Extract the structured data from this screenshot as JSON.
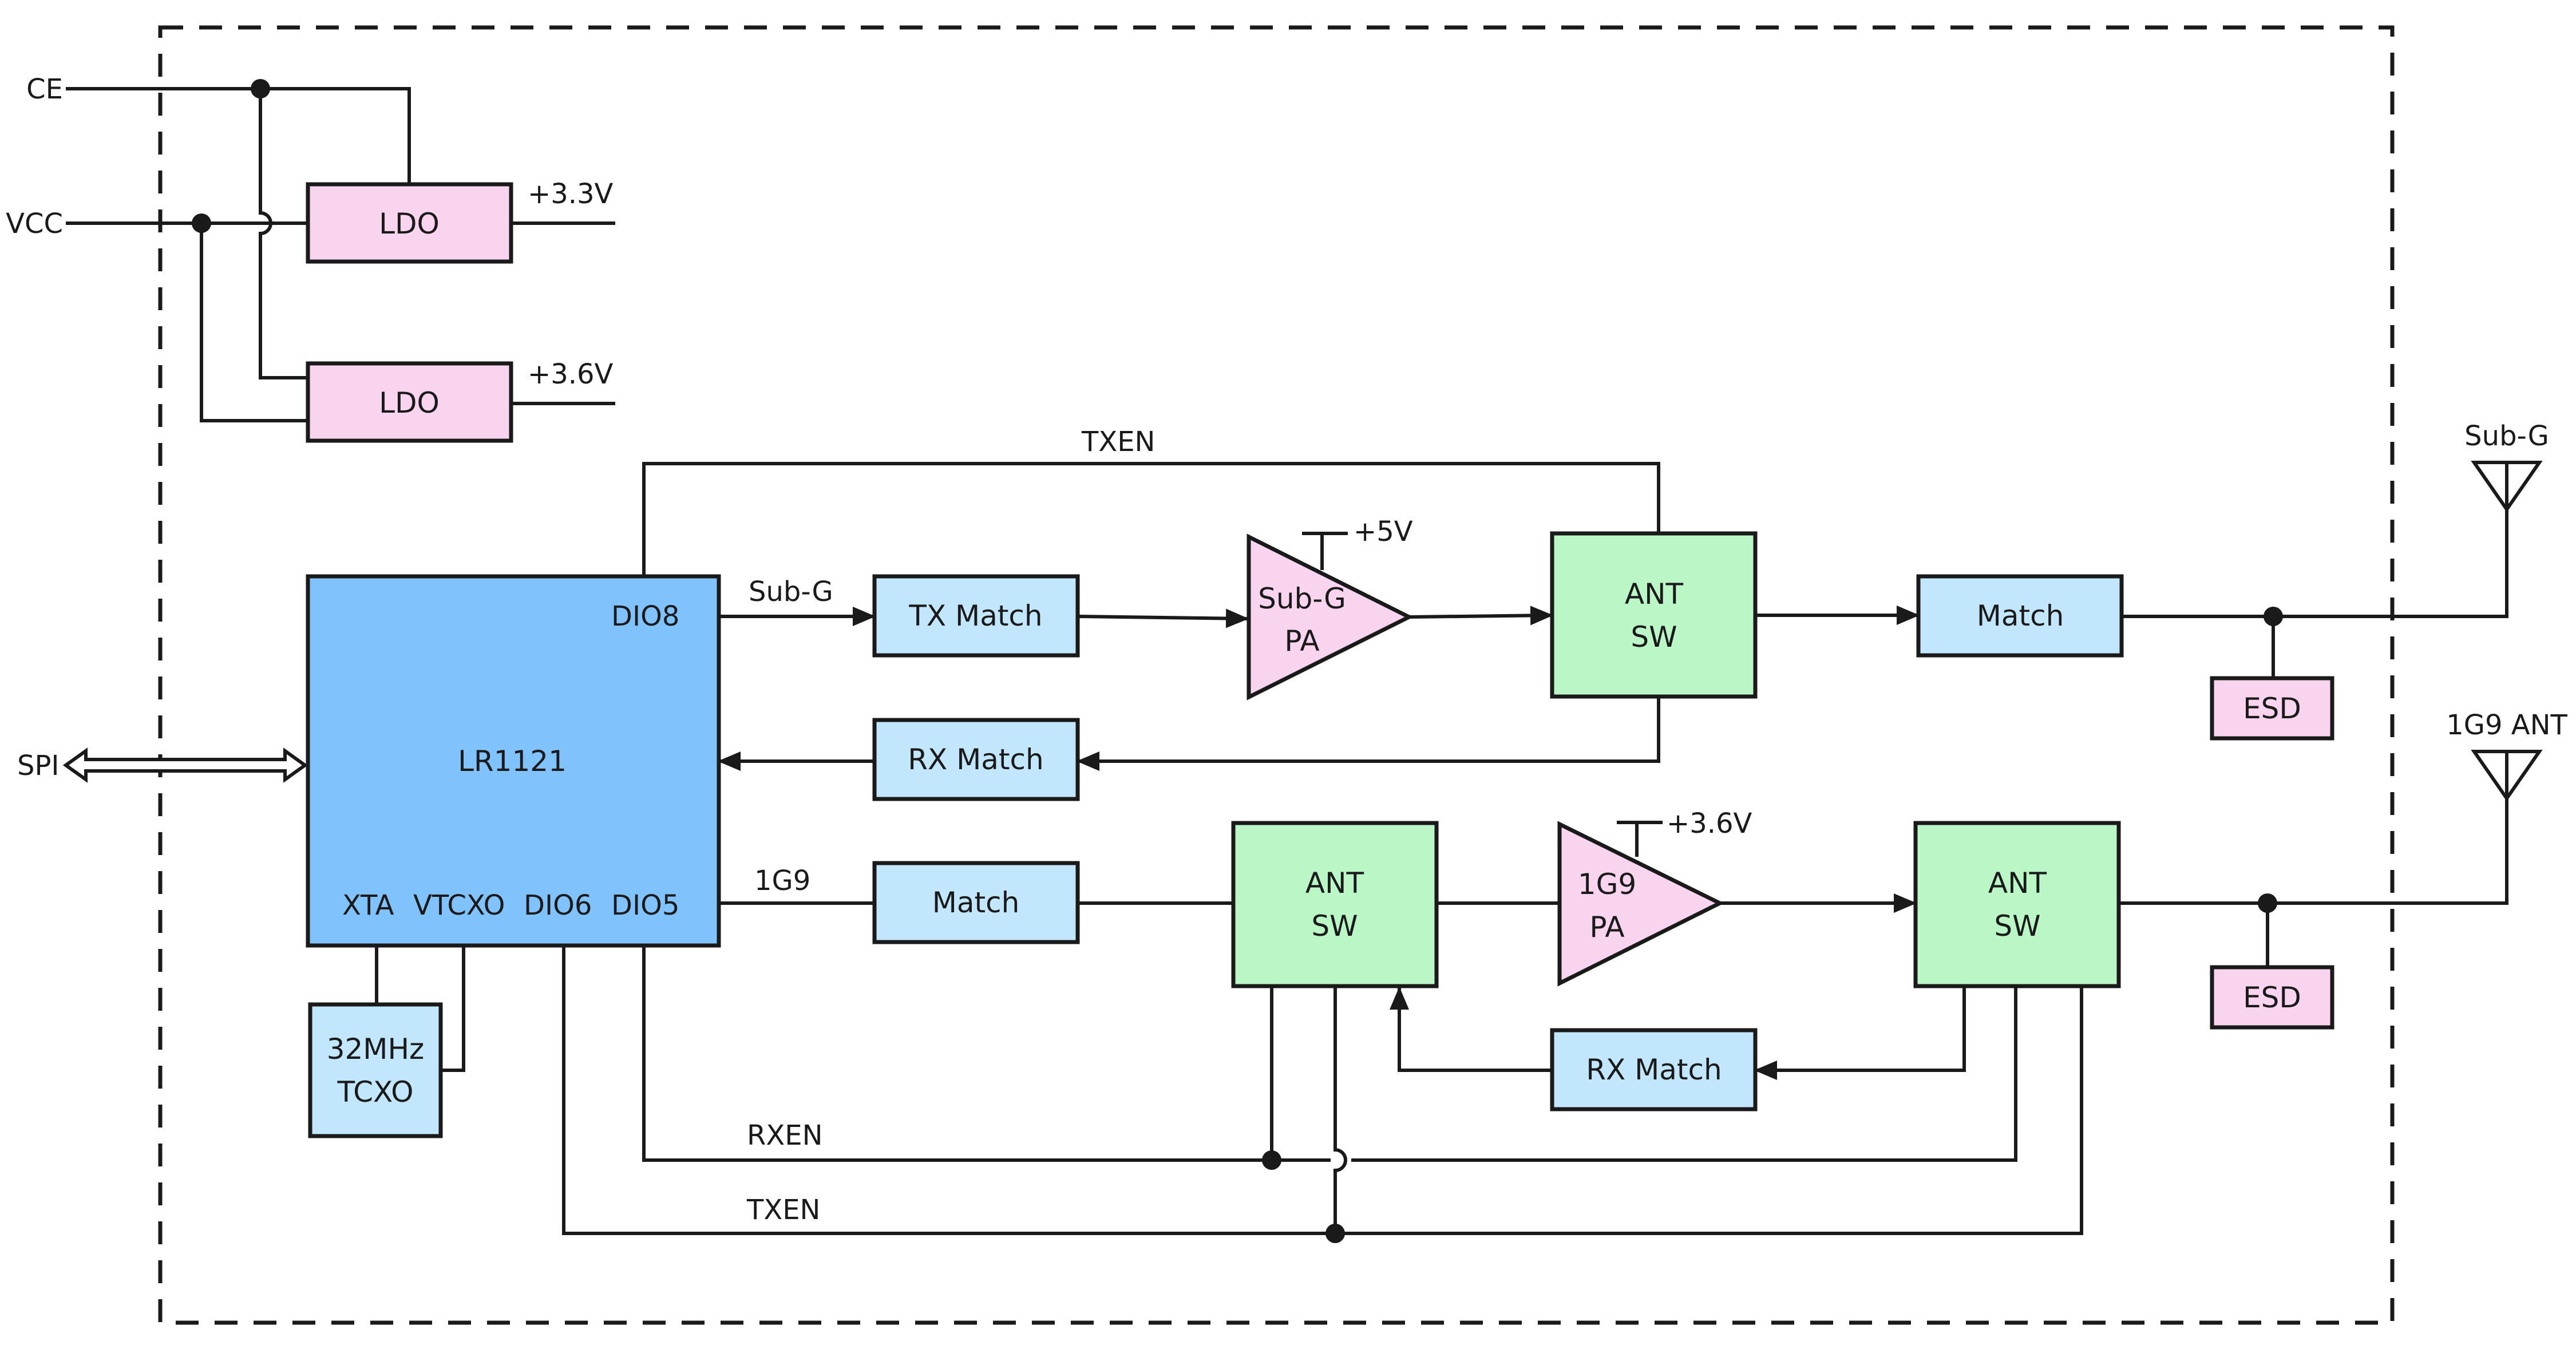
{
  "colors": {
    "mcu": "#80c2fc",
    "blue_block": "#c2e6fb",
    "pink_block": "#f8d4ee",
    "green_block": "#baf6c6",
    "line": "#1a1a1a"
  },
  "pins": {
    "ce": "CE",
    "vcc": "VCC",
    "spi": "SPI"
  },
  "power": {
    "ldo1": "LDO",
    "ldo2": "LDO",
    "v33": "+3.3V",
    "v36": "+3.6V",
    "pa_subg_supply": "+5V",
    "pa_1g9_supply": "+3.6V"
  },
  "mcu": {
    "name": "LR1121",
    "dio8": "DIO8",
    "xta": "XTA",
    "vtcxo": "VTCXO",
    "dio6": "DIO6",
    "dio5": "DIO5"
  },
  "tcxo": {
    "line1": "32MHz",
    "line2": "TCXO"
  },
  "subg_path": {
    "signal_label": "Sub-G",
    "tx_match": "TX Match",
    "rx_match": "RX Match",
    "pa_line1": "Sub-G",
    "pa_line2": "PA",
    "ant_sw_line1": "ANT",
    "ant_sw_line2": "SW",
    "match": "Match",
    "esd": "ESD",
    "antenna": "Sub-G",
    "txen": "TXEN"
  },
  "g19_path": {
    "signal_label": "1G9",
    "match": "Match",
    "ant_sw1_line1": "ANT",
    "ant_sw1_line2": "SW",
    "pa_line1": "1G9",
    "pa_line2": "PA",
    "ant_sw2_line1": "ANT",
    "ant_sw2_line2": "SW",
    "rx_match": "RX Match",
    "esd": "ESD",
    "antenna": "1G9 ANT",
    "rxen": "RXEN",
    "txen": "TXEN"
  }
}
